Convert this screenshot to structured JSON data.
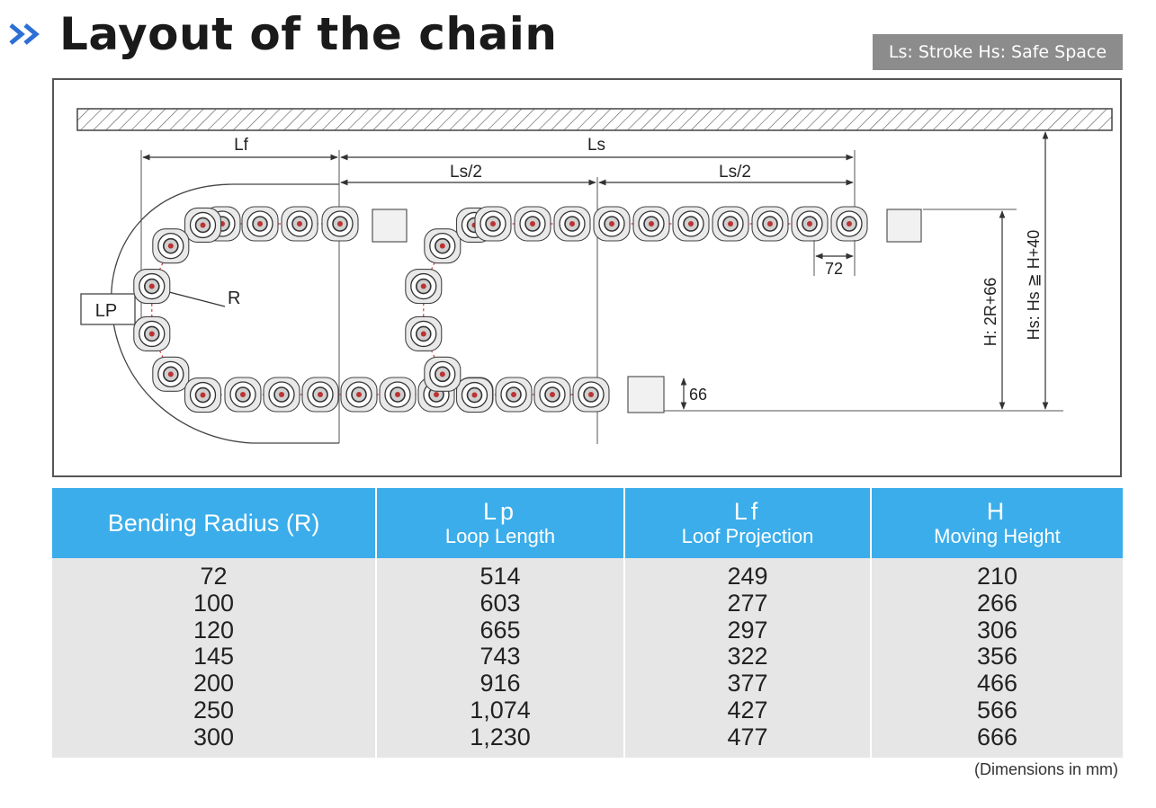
{
  "title": "Layout of the chain",
  "legend": "Ls: Stroke  Hs: Safe Space",
  "colors": {
    "header_bg": "#3badea",
    "body_bg": "#e6e6e7",
    "legend_bg": "#8c8c8c",
    "accent": "#2d6fd6"
  },
  "icons": {
    "title_icon": "double-chevron-right-icon"
  },
  "diagram": {
    "labels": {
      "lf": "Lf",
      "ls": "Ls",
      "ls_half_1": "Ls/2",
      "ls_half_2": "Ls/2",
      "pitch": "72",
      "lp": "LP",
      "r": "R",
      "h": "H: 2R+66",
      "hs": "Hs: Hs ≧ H+40",
      "offset": "66"
    }
  },
  "table": {
    "headers": [
      {
        "big": "Bending Radius (R)",
        "small": ""
      },
      {
        "big": "Lp",
        "small": "Loop Length"
      },
      {
        "big": "Lf",
        "small": "Loof Projection"
      },
      {
        "big": "H",
        "small": "Moving Height"
      }
    ],
    "columns": [
      [
        "72",
        "100",
        "120",
        "145",
        "200",
        "250",
        "300"
      ],
      [
        "514",
        "603",
        "665",
        "743",
        "916",
        "1,074",
        "1,230"
      ],
      [
        "249",
        "277",
        "297",
        "322",
        "377",
        "427",
        "477"
      ],
      [
        "210",
        "266",
        "306",
        "356",
        "466",
        "566",
        "666"
      ]
    ]
  },
  "note": "(Dimensions in mm)"
}
